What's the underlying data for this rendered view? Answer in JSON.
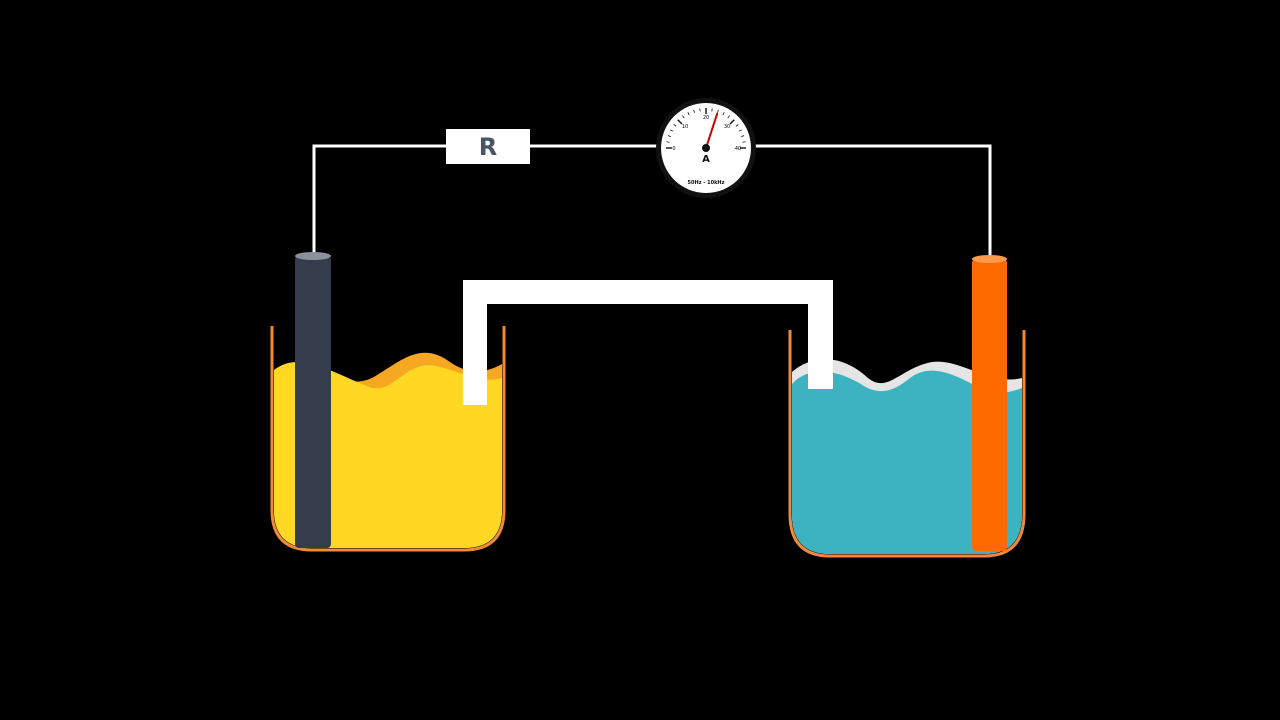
{
  "colors": {
    "background": "#000000",
    "wire": "#ffffff",
    "beaker_outline": "#f08a3a",
    "left_solution": "#fed823",
    "left_solution_back": "#f7a823",
    "right_solution": "#3db3c2",
    "right_solution_back": "#e5e5e5",
    "left_electrode": "#353d4c",
    "left_electrode_cap": "#8a919b",
    "right_electrode": "#ff6a00",
    "right_electrode_cap": "#ff9a4a",
    "salt_bridge": "#ffffff",
    "resistor_text": "#4a5564",
    "needle": "#cc0000"
  },
  "resistor": {
    "label": "R"
  },
  "ammeter": {
    "unit": "A",
    "range_label": "50Hz - 10kHz",
    "scale_min": 0,
    "scale_max": 40,
    "tick_labels": [
      "0",
      "10",
      "20",
      "30",
      "40"
    ],
    "reading": 24
  }
}
